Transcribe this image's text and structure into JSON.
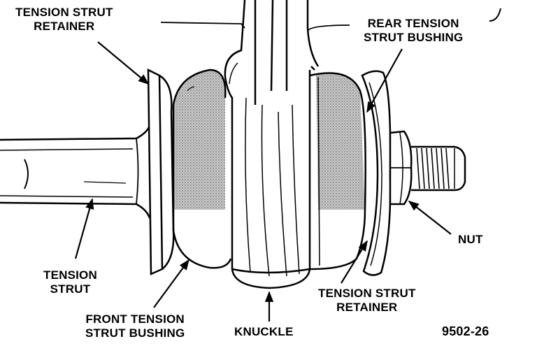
{
  "labels": {
    "tension_strut_retainer_top": [
      "TENSION STRUT",
      "RETAINER"
    ],
    "rear_tension_strut_bushing": [
      "REAR TENSION",
      "STRUT BUSHING"
    ],
    "nut": "NUT",
    "tension_strut": [
      "TENSION",
      "STRUT"
    ],
    "front_tension_strut_bushing": [
      "FRONT TENSION",
      "STRUT BUSHING"
    ],
    "knuckle": "KNUCKLE",
    "tension_strut_retainer_bottom": [
      "TENSION STRUT",
      "RETAINER"
    ]
  },
  "figure_id": "9502-26",
  "colors": {
    "ink": "#000000",
    "bushing_shade": "#bdbdbd",
    "paper": "#ffffff"
  }
}
